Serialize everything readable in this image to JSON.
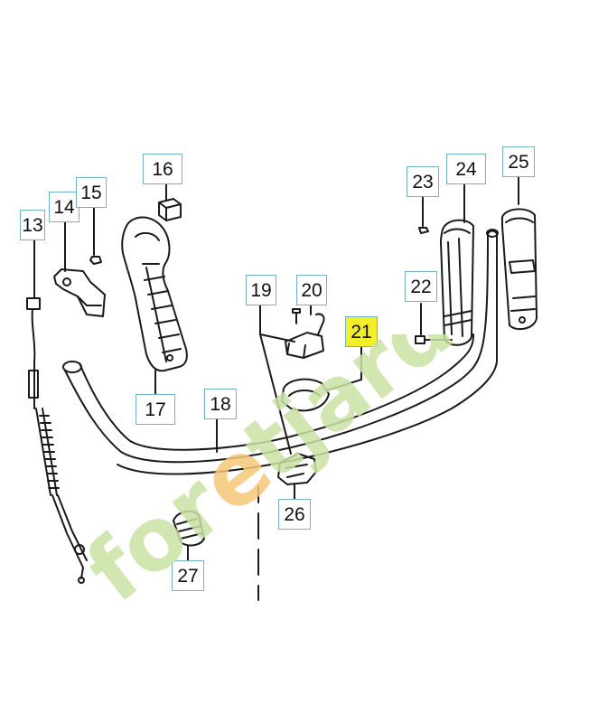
{
  "callouts": [
    {
      "id": "c13",
      "label": "13",
      "highlight": false
    },
    {
      "id": "c14",
      "label": "14",
      "highlight": false
    },
    {
      "id": "c15",
      "label": "15",
      "highlight": false
    },
    {
      "id": "c16",
      "label": "16",
      "highlight": false
    },
    {
      "id": "c17",
      "label": "17",
      "highlight": false
    },
    {
      "id": "c18",
      "label": "18",
      "highlight": false
    },
    {
      "id": "c19",
      "label": "19",
      "highlight": false
    },
    {
      "id": "c20",
      "label": "20",
      "highlight": false
    },
    {
      "id": "c21",
      "label": "21",
      "highlight": true
    },
    {
      "id": "c22",
      "label": "22",
      "highlight": false
    },
    {
      "id": "c23",
      "label": "23",
      "highlight": false
    },
    {
      "id": "c24",
      "label": "24",
      "highlight": false
    },
    {
      "id": "c25",
      "label": "25",
      "highlight": false
    },
    {
      "id": "c26",
      "label": "26",
      "highlight": false
    },
    {
      "id": "c27",
      "label": "27",
      "highlight": false
    }
  ],
  "watermark": {
    "text": "foretjardin.com",
    "color_green": "#c9e2a4",
    "color_orange": "#f6c77a",
    "color_grey": "#cfcfcf"
  },
  "colors": {
    "line": "#1a1a1a",
    "callout_border": "#6fb3c7",
    "highlight": "#f2ef2a"
  }
}
